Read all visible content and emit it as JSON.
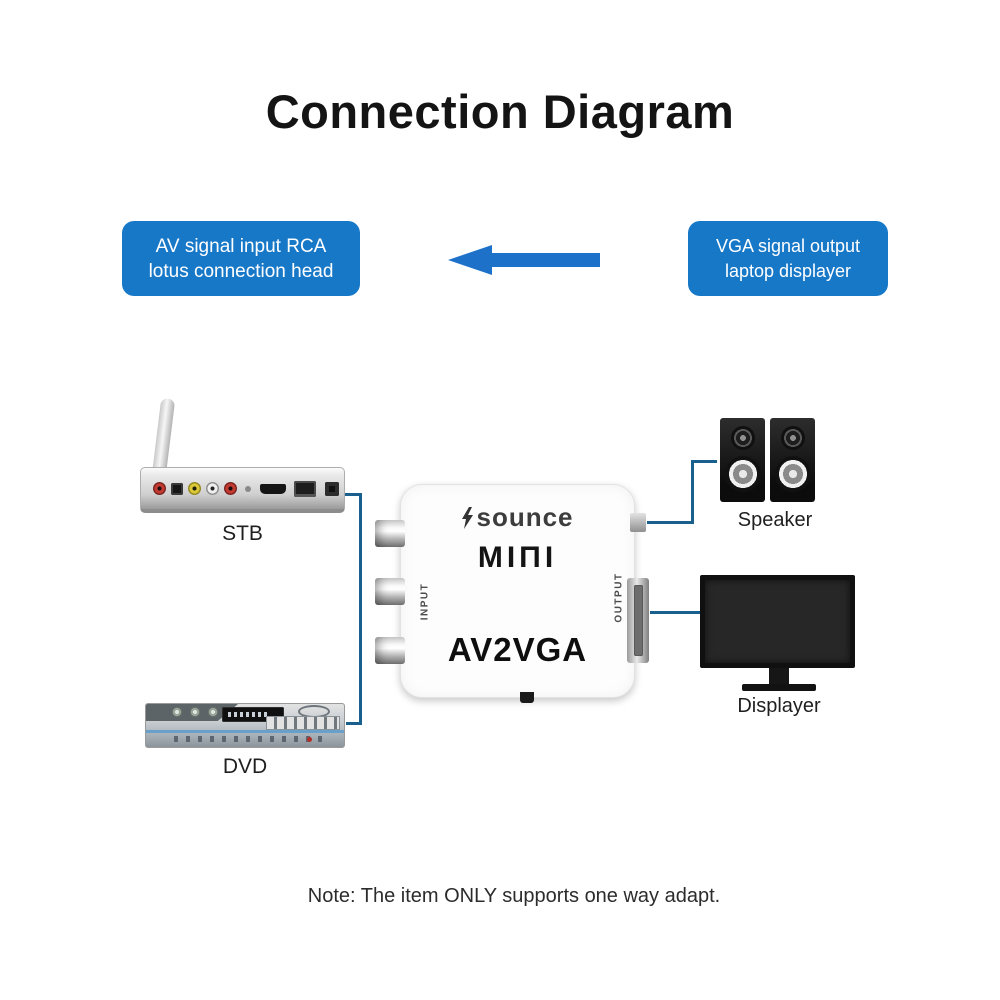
{
  "title": "Connection Diagram",
  "callouts": {
    "av_input": {
      "line1": "AV signal input RCA",
      "line2": "lotus connection head"
    },
    "vga_output": {
      "line1": "VGA signal output",
      "line2": "laptop displayer"
    }
  },
  "converter": {
    "brand": "sounce",
    "series": "MIΠI",
    "model": "AV2VGA",
    "input_label": "INPUT",
    "output_label": "OUTPUT"
  },
  "devices": {
    "stb_label": "STB",
    "dvd_label": "DVD",
    "speaker_label": "Speaker",
    "displayer_label": "Displayer"
  },
  "note": "Note: The item ONLY supports one way adapt.",
  "colors": {
    "callout_blue": "#1878c8",
    "arrow_blue": "#1e71c8",
    "connector_blue": "#19608f"
  }
}
